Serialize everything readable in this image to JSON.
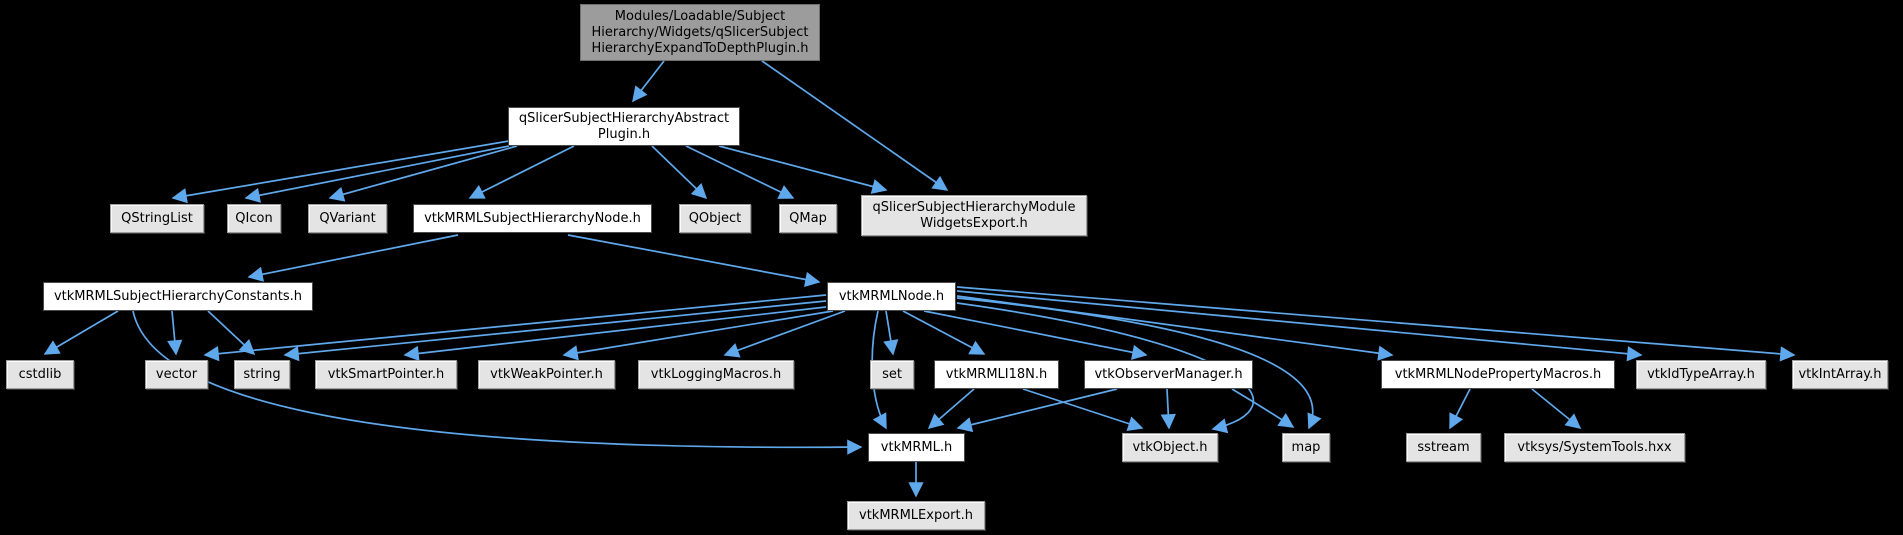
{
  "diagram": {
    "type": "include-dependency-graph",
    "theme": "dark",
    "edge_color": "#5FA8EC",
    "node_fill_gray": "#E4E4E4",
    "node_fill_white": "#FFFFFF",
    "node_fill_root": "#9C9C9C",
    "nodes": {
      "root": {
        "label": "Modules/Loadable/Subject\nHierarchy/Widgets/qSlicerSubject\nHierarchyExpandToDepthPlugin.h",
        "kind": "root"
      },
      "plugin": {
        "label": "qSlicerSubjectHierarchyAbstract\nPlugin.h",
        "kind": "documented"
      },
      "qstringlist": {
        "label": "QStringList",
        "kind": "external"
      },
      "qicon": {
        "label": "QIcon",
        "kind": "external"
      },
      "qvariant": {
        "label": "QVariant",
        "kind": "external"
      },
      "shnode": {
        "label": "vtkMRMLSubjectHierarchyNode.h",
        "kind": "documented"
      },
      "qobject": {
        "label": "QObject",
        "kind": "external"
      },
      "qmap": {
        "label": "QMap",
        "kind": "external"
      },
      "wexport": {
        "label": "qSlicerSubjectHierarchyModule\nWidgetsExport.h",
        "kind": "external"
      },
      "constants": {
        "label": "vtkMRMLSubjectHierarchyConstants.h",
        "kind": "documented"
      },
      "mrmlnode": {
        "label": "vtkMRMLNode.h",
        "kind": "documented"
      },
      "cstdlib": {
        "label": "cstdlib",
        "kind": "external"
      },
      "vector": {
        "label": "vector",
        "kind": "external"
      },
      "string": {
        "label": "string",
        "kind": "external"
      },
      "smartptr": {
        "label": "vtkSmartPointer.h",
        "kind": "external"
      },
      "weakptr": {
        "label": "vtkWeakPointer.h",
        "kind": "external"
      },
      "logging": {
        "label": "vtkLoggingMacros.h",
        "kind": "external"
      },
      "set": {
        "label": "set",
        "kind": "external"
      },
      "i18n": {
        "label": "vtkMRMLI18N.h",
        "kind": "documented"
      },
      "obsmgr": {
        "label": "vtkObserverManager.h",
        "kind": "documented"
      },
      "propmacros": {
        "label": "vtkMRMLNodePropertyMacros.h",
        "kind": "documented"
      },
      "idtype": {
        "label": "vtkIdTypeArray.h",
        "kind": "external"
      },
      "intarray": {
        "label": "vtkIntArray.h",
        "kind": "external"
      },
      "vtkmrml": {
        "label": "vtkMRML.h",
        "kind": "documented"
      },
      "vtkobject": {
        "label": "vtkObject.h",
        "kind": "external"
      },
      "map": {
        "label": "map",
        "kind": "external"
      },
      "sstream": {
        "label": "sstream",
        "kind": "external"
      },
      "vtksys": {
        "label": "vtksys/SystemTools.hxx",
        "kind": "external"
      },
      "export": {
        "label": "vtkMRMLExport.h",
        "kind": "external"
      }
    },
    "edges": [
      {
        "from": "root",
        "to": "plugin"
      },
      {
        "from": "root",
        "to": "wexport"
      },
      {
        "from": "plugin",
        "to": "qstringlist"
      },
      {
        "from": "plugin",
        "to": "qicon"
      },
      {
        "from": "plugin",
        "to": "qvariant"
      },
      {
        "from": "plugin",
        "to": "shnode"
      },
      {
        "from": "plugin",
        "to": "qobject"
      },
      {
        "from": "plugin",
        "to": "qmap"
      },
      {
        "from": "plugin",
        "to": "wexport"
      },
      {
        "from": "shnode",
        "to": "constants"
      },
      {
        "from": "shnode",
        "to": "mrmlnode"
      },
      {
        "from": "constants",
        "to": "cstdlib"
      },
      {
        "from": "constants",
        "to": "vector"
      },
      {
        "from": "constants",
        "to": "string"
      },
      {
        "from": "constants",
        "to": "vtkmrml"
      },
      {
        "from": "mrmlnode",
        "to": "vector"
      },
      {
        "from": "mrmlnode",
        "to": "string"
      },
      {
        "from": "mrmlnode",
        "to": "smartptr"
      },
      {
        "from": "mrmlnode",
        "to": "weakptr"
      },
      {
        "from": "mrmlnode",
        "to": "logging"
      },
      {
        "from": "mrmlnode",
        "to": "set"
      },
      {
        "from": "mrmlnode",
        "to": "i18n"
      },
      {
        "from": "mrmlnode",
        "to": "obsmgr"
      },
      {
        "from": "mrmlnode",
        "to": "propmacros"
      },
      {
        "from": "mrmlnode",
        "to": "idtype"
      },
      {
        "from": "mrmlnode",
        "to": "intarray"
      },
      {
        "from": "mrmlnode",
        "to": "vtkmrml"
      },
      {
        "from": "mrmlnode",
        "to": "vtkobject"
      },
      {
        "from": "mrmlnode",
        "to": "map"
      },
      {
        "from": "i18n",
        "to": "vtkmrml"
      },
      {
        "from": "i18n",
        "to": "vtkobject"
      },
      {
        "from": "obsmgr",
        "to": "vtkmrml"
      },
      {
        "from": "obsmgr",
        "to": "vtkobject"
      },
      {
        "from": "obsmgr",
        "to": "map"
      },
      {
        "from": "propmacros",
        "to": "sstream"
      },
      {
        "from": "propmacros",
        "to": "vtksys"
      },
      {
        "from": "vtkmrml",
        "to": "export"
      }
    ]
  }
}
